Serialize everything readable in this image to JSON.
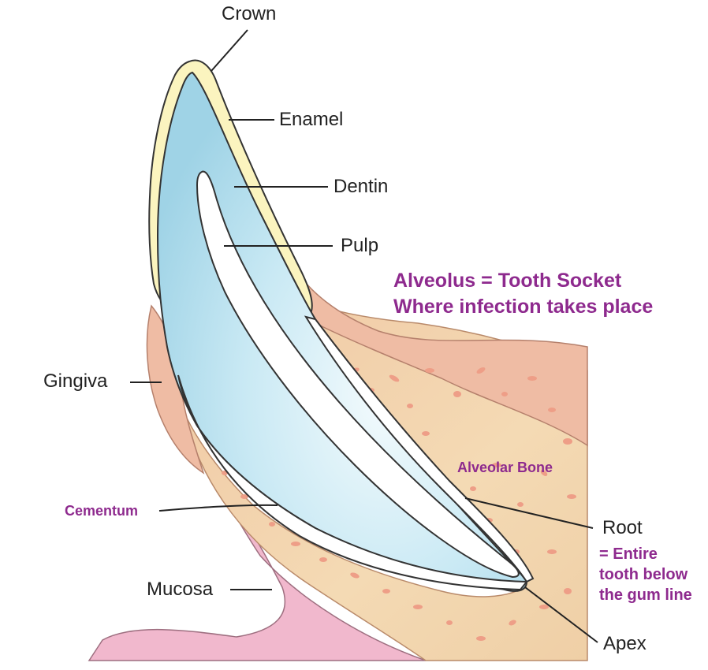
{
  "labels": {
    "crown": "Crown",
    "enamel": "Enamel",
    "dentin": "Dentin",
    "pulp": "Pulp",
    "gingiva": "Gingiva",
    "cementum": "Cementum",
    "mucosa": "Mucosa",
    "root": "Root",
    "apex": "Apex",
    "alveolar_bone": "Alveolar Bone"
  },
  "notes": {
    "alveolus_line1": "Alveolus = Tooth Socket",
    "alveolus_line2": "Where infection takes place",
    "root_line1": "= Entire",
    "root_line2": "tooth below",
    "root_line3": "the gum line"
  },
  "colors": {
    "gum": "#efbca4",
    "gum_outline": "#c98f7a",
    "bone": "#f2d3ad",
    "bone_spots": "#ee9e87",
    "mucosa": "#f1b8cd",
    "enamel": "#fbf4bf",
    "dentin_light": "#eef8fc",
    "dentin_dark": "#a9d8e8",
    "pulp": "#ffffff",
    "annotation_purple": "#8e2a8e",
    "label_text": "#222222"
  }
}
